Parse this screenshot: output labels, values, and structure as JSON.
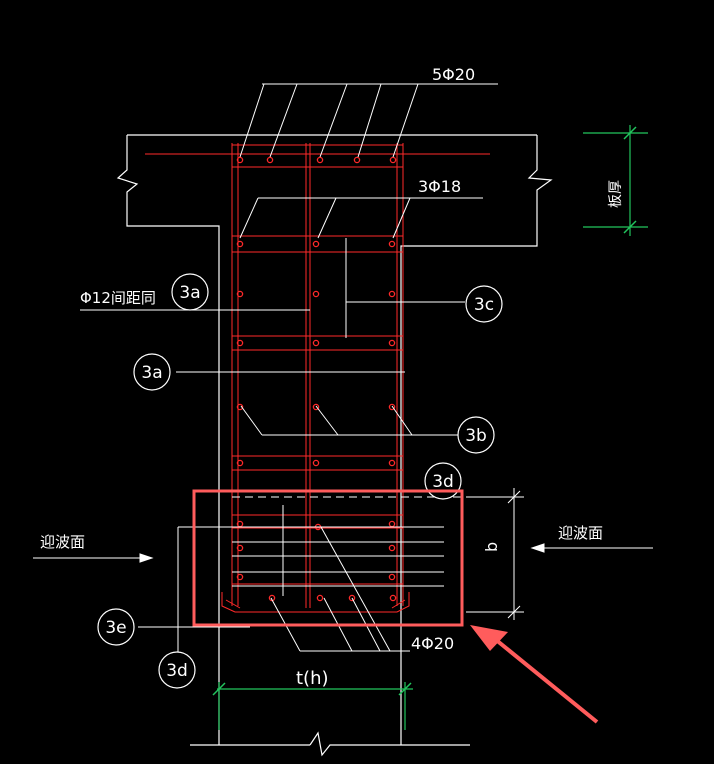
{
  "labels": {
    "top_bars": "5Φ20",
    "mid_bars": "3Φ18",
    "stirrup": "Φ12间距同",
    "bottom_bars": "4Φ20",
    "slab_thickness": "板厚",
    "wave_left": "迎波面",
    "wave_right": "迎波面",
    "width_dim": "t(h)",
    "height_dim": "b"
  },
  "callouts": {
    "c3a_upper": "3a",
    "c3a_lower": "3a",
    "c3c": "3c",
    "c3b": "3b",
    "c3d_upper": "3d",
    "c3e": "3e",
    "c3d_lower": "3d"
  },
  "colors": {
    "background": "#000000",
    "outline": "#ffffff",
    "rebar": "#ff2a2a",
    "dimension": "#22c55e",
    "highlight": "#ff5c5c"
  }
}
